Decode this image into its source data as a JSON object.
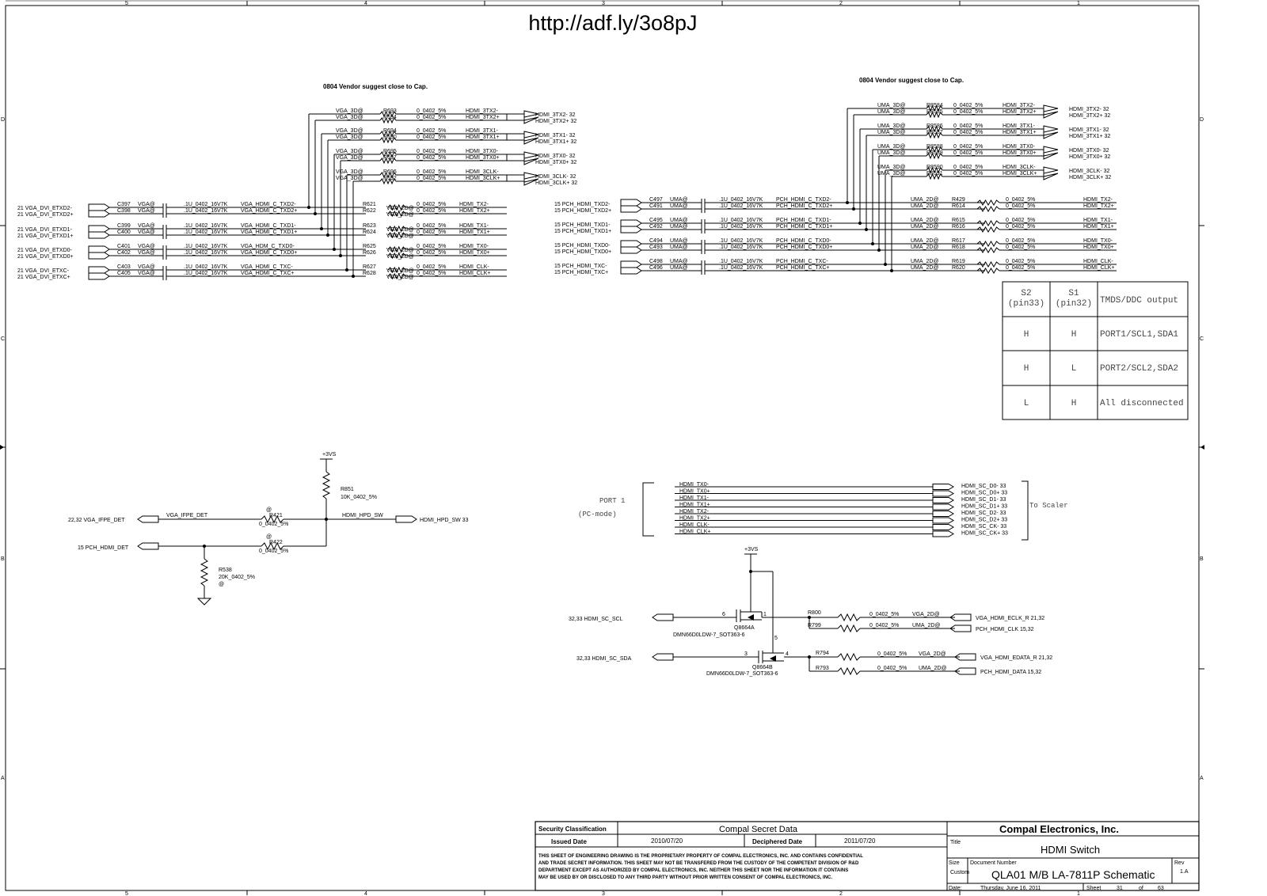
{
  "header": {
    "url": "http://adf.ly/3o8pJ",
    "note_left": "0804 Vendor suggest close to Cap.",
    "note_right": "0804 Vendor suggest close to Cap."
  },
  "border": {
    "top": [
      "5",
      "4",
      "3",
      "2",
      "1"
    ],
    "bottom": [
      "5",
      "4",
      "3",
      "2",
      "1"
    ],
    "left": [
      "D",
      "C",
      "B",
      "A"
    ],
    "right": [
      "D",
      "C",
      "B",
      "A"
    ]
  },
  "vga": {
    "side_labels": [
      {
        "row": 0,
        "signal": "21  VGA_DVI_ETXD2-",
        "cap": "C397",
        "opt": "VGA@",
        "val": ".1U_0402_16V7K",
        "net": "VGA_HDMI_C_TXD2-",
        "res": "R621",
        "hdmi": "HDMI_TX2-"
      },
      {
        "row": 1,
        "signal": "21  VGA_DVI_ETXD2+",
        "cap": "C398",
        "opt": "VGA@",
        "val": ".1U_0402_16V7K",
        "net": "VGA_HDMI_C_TXD2+",
        "res": "R622",
        "hdmi": "HDMI_TX2+"
      },
      {
        "row": 2,
        "signal": "21  VGA_DVI_ETXD1-",
        "cap": "C399",
        "opt": "VGA@",
        "val": ".1U_0402_16V7K",
        "net": "VGA_HDMI_C_TXD1-",
        "res": "R623",
        "hdmi": "HDMI_TX1-"
      },
      {
        "row": 3,
        "signal": "21  VGA_DVI_ETXD1+",
        "cap": "C400",
        "opt": "VGA@",
        "val": ".1U_0402_16V7K",
        "net": "VGA_HDMI_C_TXD1+",
        "res": "R624",
        "hdmi": "HDMI_TX1+"
      },
      {
        "row": 4,
        "signal": "21  VGA_DVI_ETXD0-",
        "cap": "C401",
        "opt": "VGA@",
        "val": ".1U_0402_16V7K",
        "net": "VGA_HDM_C_TXD0-",
        "res": "R625",
        "hdmi": "HDMI_TX0-"
      },
      {
        "row": 5,
        "signal": "21  VGA_DVI_ETXD0+",
        "cap": "C402",
        "opt": "VGA@",
        "val": ".1U_0402_16V7K",
        "net": "VGA_HDMI_C_TXD0+",
        "res": "R626",
        "hdmi": "HDMI_TX0+"
      },
      {
        "row": 6,
        "signal": "21  VGA_DVI_ETXC-",
        "cap": "C403",
        "opt": "VGA@",
        "val": ".1U_0402_16V7K",
        "net": "VGA_HDMI_C_TXC-",
        "res": "R627",
        "hdmi": "HDMI_CLK-"
      },
      {
        "row": 7,
        "signal": "21  VGA_DVI_ETXC+",
        "cap": "C405",
        "opt": "VGA@",
        "val": ".1U_0402_16V7K",
        "net": "VGA_HDMI_C_TXC+",
        "res": "R628",
        "hdmi": "HDMI_CLK+"
      }
    ],
    "res_opt": "VGA_2D@",
    "res_val": "0_0402_5%",
    "three_d": [
      {
        "opt": "VGA_3D@",
        "res": "R693",
        "net": "HDMI_3TX2-",
        "out": "HDMI_3TX2-  32"
      },
      {
        "opt": "VGA_3D@",
        "res": "R694",
        "net": "HDMI_3TX2+",
        "out": "HDMI_3TX2+  32"
      },
      {
        "opt": "VGA_3D@",
        "res": "R694",
        "net": "HDMI_3TX1-",
        "out": "HDMI_3TX1-  32"
      },
      {
        "opt": "VGA_3D@",
        "res": "R690",
        "net": "HDMI_3TX1+",
        "out": "HDMI_3TX1+  32"
      },
      {
        "opt": "VGA_3D@",
        "res": "R695",
        "net": "HDMI_3TX0-",
        "out": "HDMI_3TX0-  32"
      },
      {
        "opt": "VGA_3D@",
        "res": "R697",
        "net": "HDMI_3TX0+",
        "out": "HDMI_3TX0+  32"
      },
      {
        "opt": "VGA_3D@",
        "res": "R696",
        "net": "HDMI_3CLK-",
        "out": "HDMI_3CLK-  32"
      },
      {
        "opt": "VGA_3D@",
        "res": "R692",
        "net": "HDMI_3CLK+",
        "out": "HDMI_3CLK+  32"
      }
    ],
    "three_d_val": "0_0402_5%"
  },
  "pch": {
    "rows": [
      {
        "signal": "15  PCH_HDMI_TXD2-",
        "cap": "C497",
        "opt": "UMA@",
        "val": ".1U_0402_16V7K",
        "net": "PCH_HDMI_C_TXD2-",
        "res": "R429",
        "hdmi": "HDMI_TX2-"
      },
      {
        "signal": "15  PCH_HDMI_TXD2+",
        "cap": "C491",
        "opt": "UMA@",
        "val": ".1U_0402_16V7K",
        "net": "PCH_HDMI_C_TXD2+",
        "res": "R614",
        "hdmi": "HDMI_TX2+"
      },
      {
        "signal": "15  PCH_HDMI_TXD1-",
        "cap": "C495",
        "opt": "UMA@",
        "val": ".1U_0402_16V7K",
        "net": "PCH_HDMI_C_TXD1-",
        "res": "R615",
        "hdmi": "HDMI_TX1-"
      },
      {
        "signal": "15  PCH_HDMI_TXD1+",
        "cap": "C492",
        "opt": "UMA@",
        "val": ".1U_0402_16V7K",
        "net": "PCH_HDMI_C_TXD1+",
        "res": "R616",
        "hdmi": "HDMI_TX1+"
      },
      {
        "signal": "15  PCH_HDMI_TXD0-",
        "cap": "C494",
        "opt": "UMA@",
        "val": ".1U_0402_16V7K",
        "net": "PCH_HDMI_C_TXD0-",
        "res": "R617",
        "hdmi": "HDMI_TX0-"
      },
      {
        "signal": "15  PCH_HDMI_TXD0+",
        "cap": "C493",
        "opt": "UMA@",
        "val": ".1U_0402_16V7K",
        "net": "PCH_HDMI_C_TXD0+",
        "res": "R618",
        "hdmi": "HDMI_TX0+"
      },
      {
        "signal": "15  PCH_HDMI_TXC-",
        "cap": "C498",
        "opt": "UMA@",
        "val": ".1U_0402_16V7K",
        "net": "PCH_HDMI_C_TXC-",
        "res": "R619",
        "hdmi": "HDMI_CLK-"
      },
      {
        "signal": "15  PCH_HDMI_TXC+",
        "cap": "C496",
        "opt": "UMA@",
        "val": ".1U_0402_16V7K",
        "net": "PCH_HDMI_C_TXC+",
        "res": "R620",
        "hdmi": "HDMI_CLK+"
      }
    ],
    "res_opt": "UMA_2D@",
    "res_val": "0_0402_5%",
    "three_d": [
      {
        "opt": "UMA_3D@",
        "res": "R8584",
        "net": "HDMI_3TX2-",
        "out": "HDMI_3TX2-  32"
      },
      {
        "opt": "UMA_3D@",
        "res": "R8585",
        "net": "HDMI_3TX2+",
        "out": "HDMI_3TX2+  32"
      },
      {
        "opt": "UMA_3D@",
        "res": "R8586",
        "net": "HDMI_3TX1-",
        "out": "HDMI_3TX1-  32"
      },
      {
        "opt": "UMA_3D@",
        "res": "R8587",
        "net": "HDMI_3TX1+",
        "out": "HDMI_3TX1+  32"
      },
      {
        "opt": "UMA_3D@",
        "res": "R8588",
        "net": "HDMI_3TX0-",
        "out": "HDMI_3TX0-  32"
      },
      {
        "opt": "UMA_3D@",
        "res": "R8589",
        "net": "HDMI_3TX0+",
        "out": "HDMI_3TX0+  32"
      },
      {
        "opt": "UMA_3D@",
        "res": "R8590",
        "net": "HDMI_3CLK-",
        "out": "HDMI_3CLK-  32"
      },
      {
        "opt": "UMA_3D@",
        "res": "R8591",
        "net": "HDMI_3CLK+",
        "out": "HDMI_3CLK+  32"
      }
    ],
    "three_d_val": "0_0402_5%"
  },
  "table": {
    "headers": [
      "S2\n(pin33)",
      "S1\n(pin32)",
      "TMDS/DDC output"
    ],
    "rows": [
      [
        "H",
        "H",
        "PORT1/SCL1,SDA1"
      ],
      [
        "H",
        "L",
        "PORT2/SCL2,SDA2"
      ],
      [
        "L",
        "H",
        "All disconnected"
      ]
    ]
  },
  "hpd": {
    "rail": "+3VS",
    "r851": "R851",
    "r851_val": "10K_0402_5%",
    "vga_det": "22,32  VGA_IFPE_DET",
    "vga_det_net": "VGA_IFPE_DET",
    "r421": "R421",
    "r421_val": "0_0402_5%",
    "r422": "R422",
    "r422_val": "0_0402_5%",
    "at": "@",
    "pch_det": "15  PCH_HDMI_DET",
    "hpd_net": "HDMI_HPD_SW",
    "hpd_out": "HDMI_HPD_SW  33",
    "r538": "R538",
    "r538_val": "20K_0402_5%",
    "r538_opt": "@"
  },
  "port": {
    "label1": "PORT 1",
    "label2": "(PC-mode)",
    "inputs": [
      "HDMI_TX0-",
      "HDMI_TX0+",
      "HDMI_TX1-",
      "HDMI_TX1+",
      "HDMI_TX2-",
      "HDMI_TX2+",
      "HDMI_CLK-",
      "HDMI_CLK+"
    ],
    "outputs": [
      "HDMI_SC_D0-  33",
      "HDMI_SC_D0+  33",
      "HDMI_SC_D1-  33",
      "HDMI_SC_D1+  33",
      "HDMI_SC_D2-  33",
      "HDMI_SC_D2+  33",
      "HDMI_SC_CK-  33",
      "HDMI_SC_CK+  33"
    ],
    "to_scaler": "To Scaler"
  },
  "ddc": {
    "rail": "+3VS",
    "scl": "32,33  HDMI_SC_SCL",
    "sda": "32,33  HDMI_SC_SDA",
    "q_a": "Q8664A",
    "q_a_part": "DMN66D0LDW-7_SOT363-6",
    "q_b": "Q8664B",
    "q_b_part": "DMN66D0LDW-7_SOT363-6",
    "r800": "R800",
    "r800_val": "0_0402_5%",
    "r800_opt": "VGA_2D@",
    "r799": "R799",
    "r799_val": "0_0402_5%",
    "r799_opt": "UMA_2D@",
    "r794": "R794",
    "r794_val": "0_0402_5%",
    "r794_opt": "VGA_2D@",
    "r793": "R793",
    "r793_val": "0_0402_5%",
    "r793_opt": "UMA_2D@",
    "out_vga_clk": "VGA_HDMI_ECLK_R  21,32",
    "out_pch_clk": "PCH_HDMI_CLK  15,32",
    "out_vga_data": "VGA_HDMI_EDATA_R  21,32",
    "out_pch_data": "PCH_HDMI_DATA  15,32"
  },
  "title_block": {
    "sec_label": "Security Classification",
    "sec_value": "Compal Secret Data",
    "issued_label": "Issued Date",
    "issued_value": "2010/07/20",
    "deciphered_label": "Deciphered Date",
    "deciphered_value": "2011/07/20",
    "disclaimer": [
      "THIS SHEET OF ENGINEERING DRAWING IS THE PROPRIETARY PROPERTY OF COMPAL ELECTRONICS, INC. AND CONTAINS CONFIDENTIAL",
      "AND TRADE SECRET INFORMATION. THIS SHEET MAY NOT BE TRANSFERED FROM THE CUSTODY OF THE COMPETENT DIVISION OF R&D",
      "DEPARTMENT EXCEPT AS AUTHORIZED BY COMPAL ELECTRONICS, INC. NEITHER THIS SHEET NOR THE INFORMATION IT CONTAINS",
      "MAY BE USED BY OR DISCLOSED TO ANY THIRD PARTY WITHOUT PRIOR WRITTEN CONSENT OF COMPAL ELECTRONICS, INC."
    ],
    "company": "Compal Electronics, Inc.",
    "title_label": "Title",
    "title": "HDMI Switch",
    "size_label": "Size",
    "size_value": "Custom",
    "docnum_label": "Document Number",
    "docnum": "QLA01 M/B LA-7811P Schematic",
    "rev_label": "Rev",
    "rev": "1.A",
    "date_label": "Date:",
    "date": "Thursday, June 16, 2011",
    "sheet_label": "Sheet",
    "sheet": "31",
    "of_label": "of",
    "of": "63"
  }
}
